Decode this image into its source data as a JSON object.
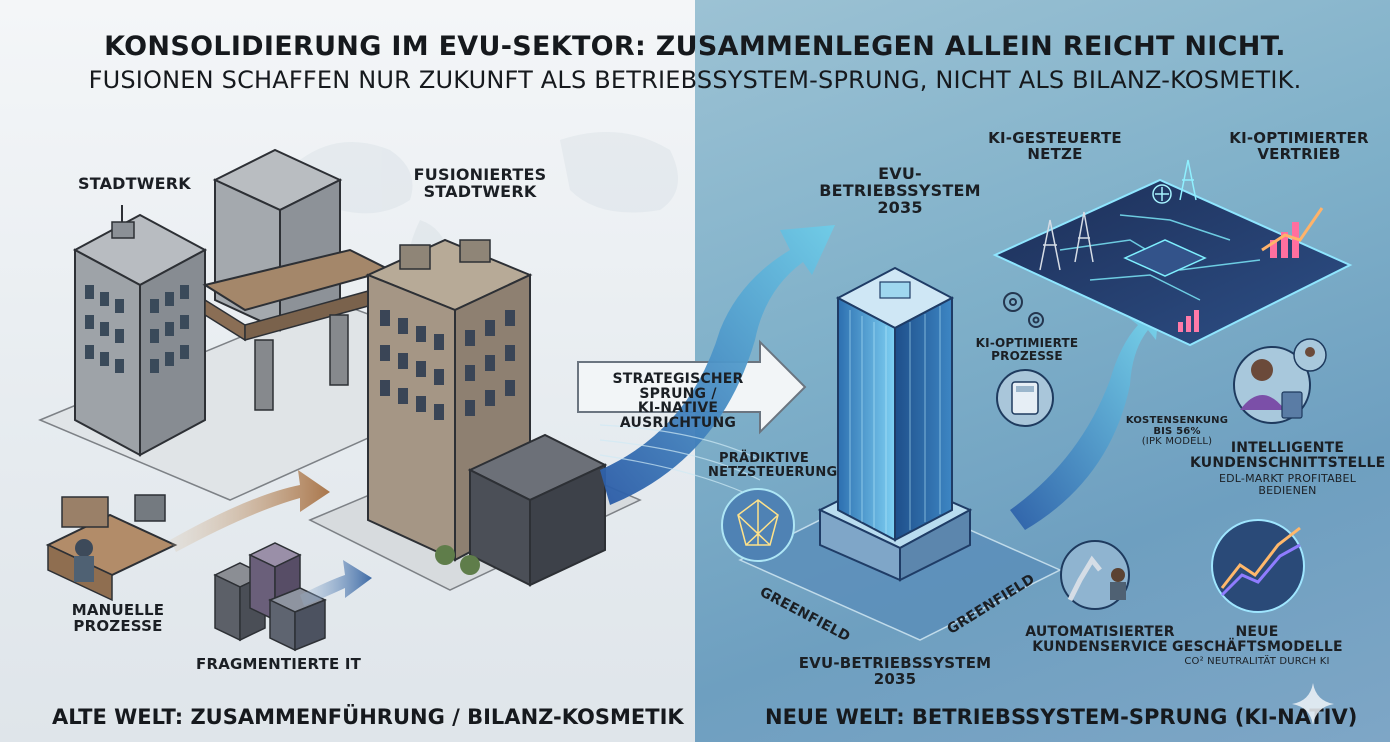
{
  "title": "KONSOLIDIERUNG IM EVU-SEKTOR: ZUSAMMENLEGEN ALLEIN REICHT NICHT.",
  "subtitle": "FUSIONEN SCHAFFEN NUR ZUKUNFT ALS BETRIEBSSYSTEM-SPRUNG, NICHT ALS BILANZ-KOSMETIK.",
  "left": {
    "stadtwerk": "STADTWERK",
    "fusioniertes_1": "FUSIONIERTES",
    "fusioniertes_2": "STADTWERK",
    "manuelle_1": "MANUELLE",
    "manuelle_2": "PROZESSE",
    "fragmentierte": "FRAGMENTIERTE IT",
    "bottom": "ALTE WELT: ZUSAMMENFÜHRUNG / BILANZ-KOSMETIK"
  },
  "middle": {
    "sprung_1": "STRATEGISCHER SPRUNG /",
    "sprung_2": "KI-NATIVE AUSRICHTUNG"
  },
  "right": {
    "evu_1": "EVU-",
    "evu_2": "BETRIEBSSYSTEM",
    "evu_3": "2035",
    "netze_1": "KI-GESTEUERTE",
    "netze_2": "NETZE",
    "vertrieb_1": "KI-OPTIMIERTER",
    "vertrieb_2": "VERTRIEB",
    "prozesse_1": "KI-OPTIMIERTE",
    "prozesse_2": "PROZESSE",
    "praediktive_1": "PRÄDIKTIVE",
    "praediktive_2": "NETZSTEUERUNG",
    "kosten_1": "KOSTENSENKUNG",
    "kosten_2": "BIS 56%",
    "kosten_3": "(IPK MODELL)",
    "kunden_1": "INTELLIGENTE",
    "kunden_2": "KUNDENSCHNITTSTELLE",
    "kunden_3": "EDL-MARKT PROFITABEL BEDIENEN",
    "greenfield_a": "GREENFIELD",
    "greenfield_b": "GREENFIELD",
    "service_1": "AUTOMATISIERTER",
    "service_2": "KUNDENSERVICE",
    "modelle_1": "NEUE",
    "modelle_2": "GESCHÄFTSMODELLE",
    "modelle_3": "CO² NEUTRALITÄT DURCH KI",
    "evu_bottom": "EVU-BETRIEBSSYSTEM 2035",
    "bottom": "NEUE WELT: BETRIEBSSYSTEM-SPRUNG (KI-NATIV)"
  },
  "colors": {
    "left_bg": "#eef2f5",
    "right_bg": "#7fb0c9",
    "arrow_left": "#b5835a",
    "arrow_right": "#3a6fb8",
    "glow": "#7ff0ff"
  }
}
